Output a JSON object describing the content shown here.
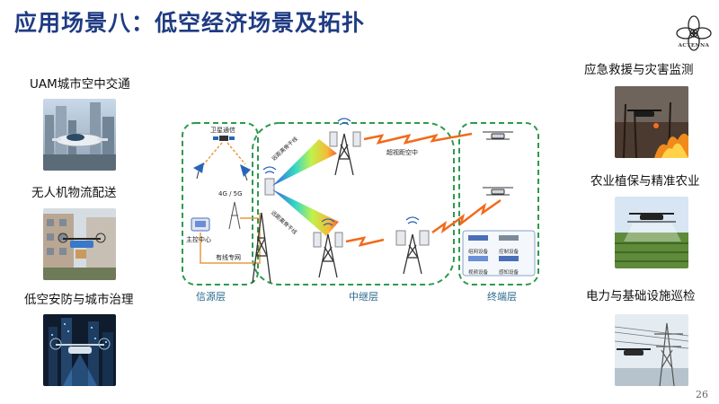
{
  "page": {
    "title": "应用场景八：低空经济场景及拓扑",
    "page_number": "26"
  },
  "logo": {
    "text": "ACTENNA"
  },
  "left_scenarios": [
    {
      "label": "UAM城市空中交通",
      "icon": "flying-car-photo"
    },
    {
      "label": "无人机物流配送",
      "icon": "delivery-drone-photo"
    },
    {
      "label": "低空安防与城市治理",
      "icon": "security-drone-photo"
    }
  ],
  "right_scenarios": [
    {
      "label": "应急救援与灾害监测",
      "icon": "fire-drone-photo"
    },
    {
      "label": "农业植保与精准农业",
      "icon": "agri-drone-photo"
    },
    {
      "label": "电力与基础设施巡检",
      "icon": "powerline-drone-photo"
    }
  ],
  "diagram": {
    "layers": {
      "source": "信源层",
      "relay": "中继层",
      "terminal": "终端层"
    },
    "labels": {
      "satellite": "卫星通信",
      "cellular": "4G / 5G",
      "control_center": "主控中心",
      "wired": "有线专网",
      "backhaul_top": "远距离骨干线",
      "backhaul_bottom": "远距离骨干线",
      "bvlos": "超视距空中"
    },
    "devices": {
      "networking": "组网设备",
      "control": "控制设备",
      "video": "视频设备",
      "sensing": "感知设备"
    },
    "colors": {
      "title": "#1f3b82",
      "dashed_border": "#2e9a4e",
      "wired_line": "#e89a40",
      "lightning": "#f26a1b"
    }
  }
}
